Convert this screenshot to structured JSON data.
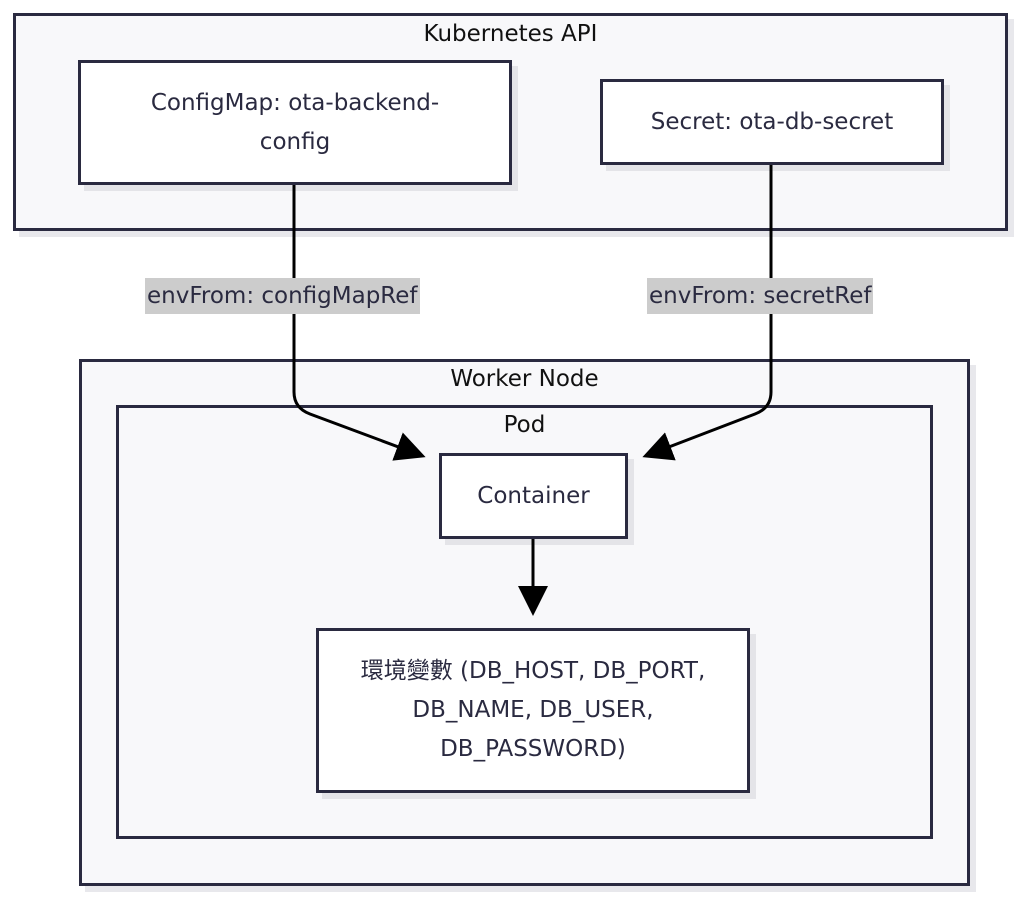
{
  "clusters": {
    "k8s_api": {
      "title": "Kubernetes API"
    },
    "worker_node": {
      "title": "Worker Node"
    },
    "pod": {
      "title": "Pod"
    }
  },
  "nodes": {
    "configmap": {
      "label": "ConfigMap: ota-backend-config",
      "line1": "ConfigMap: ota-backend-",
      "line2": "config"
    },
    "secret": {
      "label": "Secret: ota-db-secret"
    },
    "container": {
      "label": "Container"
    },
    "env_vars": {
      "label": "環境變數 (DB_HOST, DB_PORT, DB_NAME, DB_USER, DB_PASSWORD)",
      "line1": "環境變數 (DB_HOST, DB_PORT,",
      "line2": "DB_NAME, DB_USER,",
      "line3": "DB_PASSWORD)"
    }
  },
  "edges": [
    {
      "from": "configmap",
      "to": "container",
      "label": "envFrom: configMapRef"
    },
    {
      "from": "secret",
      "to": "container",
      "label": "envFrom: secretRef"
    },
    {
      "from": "container",
      "to": "env_vars",
      "label": ""
    }
  ]
}
